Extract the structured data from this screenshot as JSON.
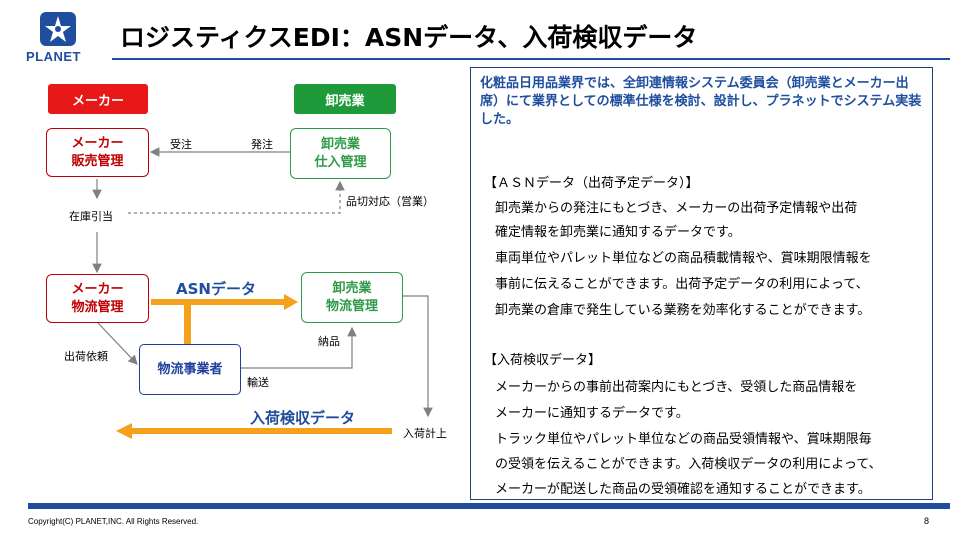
{
  "logo": {
    "text": "PLANET"
  },
  "title": "ロジスティクスEDI：ASNデータ、入荷検収データ",
  "diagram": {
    "header_maker": "メーカー",
    "header_wholesale": "卸売業",
    "maker_sales": [
      "メーカー",
      "販売管理"
    ],
    "wholesale_purchase": [
      "卸売業",
      "仕入管理"
    ],
    "maker_logistics": [
      "メーカー",
      "物流管理"
    ],
    "wholesale_logistics": [
      "卸売業",
      "物流管理"
    ],
    "carrier": "物流事業者",
    "label_order_received": "受注",
    "label_order_placed": "発注",
    "label_stock_allocation": "在庫引当",
    "label_shortage": "品切対応（営業）",
    "label_asn": "ASNデータ",
    "label_shipping_request": "出荷依頼",
    "label_delivery": "納品",
    "label_transport": "輸送",
    "label_receipt_data": "入荷検収データ",
    "label_receipt_posting": "入荷計上"
  },
  "panel": {
    "intro": "化粧品日用品業界では、全卸連情報システム委員会（卸売業とメーカー出席）にて業界としての標準仕様を検討、設計し、プラネットでシステム実装した。",
    "asn_title": "【ＡＳＮデータ（出荷予定データ）】",
    "asn_lines": [
      "卸売業からの発注にもとづき、メーカーの出荷予定情報や出荷",
      "確定情報を卸売業に通知するデータです。",
      "車両単位やパレット単位などの商品積載情報や、賞味期限情報を",
      "事前に伝えることができます。出荷予定データの利用によって、",
      "卸売業の倉庫で発生している業務を効率化することができます。"
    ],
    "receipt_title": "【入荷検収データ】",
    "receipt_lines": [
      "メーカーからの事前出荷案内にもとづき、受領した商品情報を",
      "メーカーに通知するデータです。",
      "トラック単位やパレット単位などの商品受領情報や、賞味期限毎",
      "の受領を伝えることができます。入荷検収データの利用によって、",
      "メーカーが配送した商品の受領確認を通知することができます。"
    ]
  },
  "footer": {
    "copyright": "Copyright(C) PLANET,INC. All Rights Reserved.",
    "page": "8"
  },
  "colors": {
    "brand_blue": "#1f4e9e",
    "maker_red": "#e81818",
    "wholesale_green": "#1e9a3a",
    "flow_orange": "#f5a11c"
  }
}
